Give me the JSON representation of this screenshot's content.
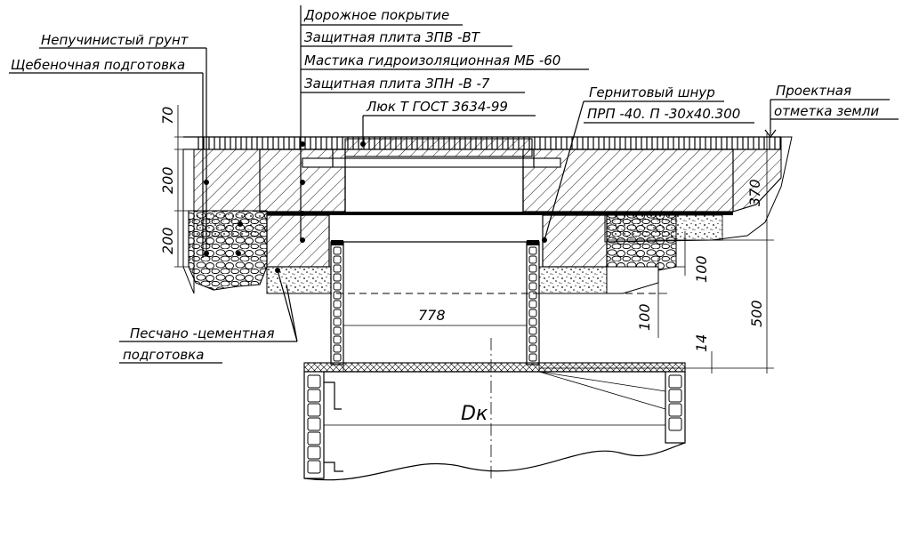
{
  "labels": {
    "neprch_grunt": "Непучинистый грунт",
    "shcheben": "Щебеночная подготовка",
    "dorozhnoe": "Дорожное покрытие",
    "plita_zpv": "Защитная плита ЗПВ -ВТ",
    "mastika": "Мастика гидроизоляционная МБ -60",
    "plita_zpn": "Защитная плита ЗПН -В -7",
    "lyuk": "Люк Т ГОСТ 3634-99",
    "gernit_1": "Гернитовый шнур",
    "gernit_2": "ПРП -40. П -30х40.300",
    "proekt_1": "Проектная",
    "proekt_2": "отметка земли",
    "pesch_1": "Песчано -цементная",
    "pesch_2": "подготовка"
  },
  "dimensions": {
    "d70": "70",
    "d200a": "200",
    "d200b": "200",
    "d370": "370",
    "d100a": "100",
    "d100b": "100",
    "d500": "500",
    "d14": "14",
    "d778": "778",
    "dk": "Dк"
  },
  "colors": {
    "line": "#000000",
    "background": "#ffffff"
  }
}
